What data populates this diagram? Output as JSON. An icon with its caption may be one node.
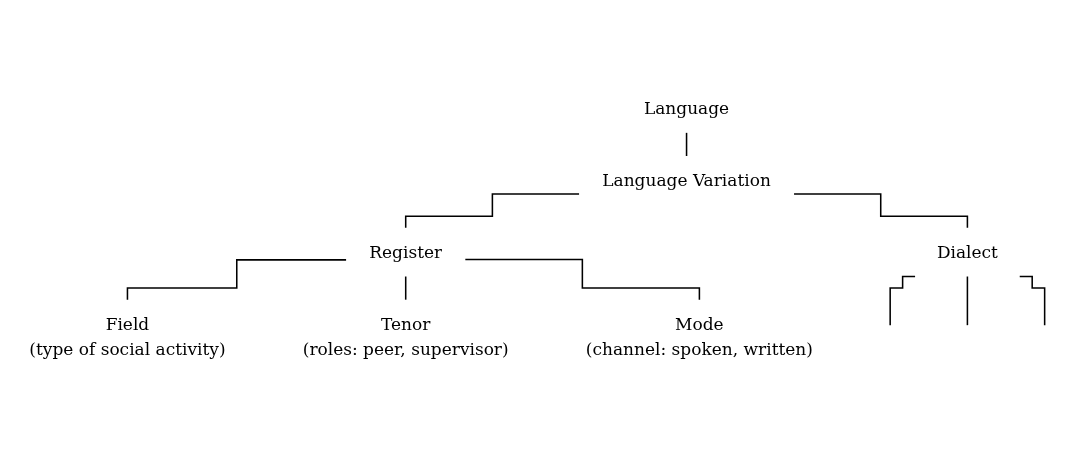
{
  "diagram": {
    "nodes": [
      {
        "text": [
          "Language"
        ]
      },
      {
        "text": [
          "Language Variation"
        ]
      },
      {
        "text": [
          "Register"
        ]
      },
      {
        "text": [
          "Dialect"
        ]
      },
      {
        "text": [
          "Field"
        ],
        "beside": [
          "(type of social activity)"
        ]
      },
      {
        "text": [
          "Tenor"
        ],
        "beside": [
          "(roles: peer, supervisor)"
        ]
      },
      {
        "text": [
          "Mode"
        ],
        "beside": [
          "(channel: spoken, written)"
        ]
      }
    ],
    "edges": [
      {
        "from": 0,
        "to": 1,
        "arrow": "none"
      },
      {
        "from": 1,
        "to": 2,
        "arrow": "none"
      },
      {
        "from": 1,
        "to": 3,
        "arrow": "none"
      },
      {
        "from": 2,
        "to": 4,
        "arrow": "none"
      },
      {
        "from": 2,
        "to": 5,
        "arrow": "none"
      },
      {
        "from": 2,
        "to": 6,
        "arrow": "none"
      },
      {
        "from": 3,
        "to": null,
        "arrow": "none"
      },
      {
        "from": 3,
        "to": null,
        "arrow": "none"
      },
      {
        "from": 3,
        "to": null,
        "arrow": "none"
      }
    ]
  }
}
